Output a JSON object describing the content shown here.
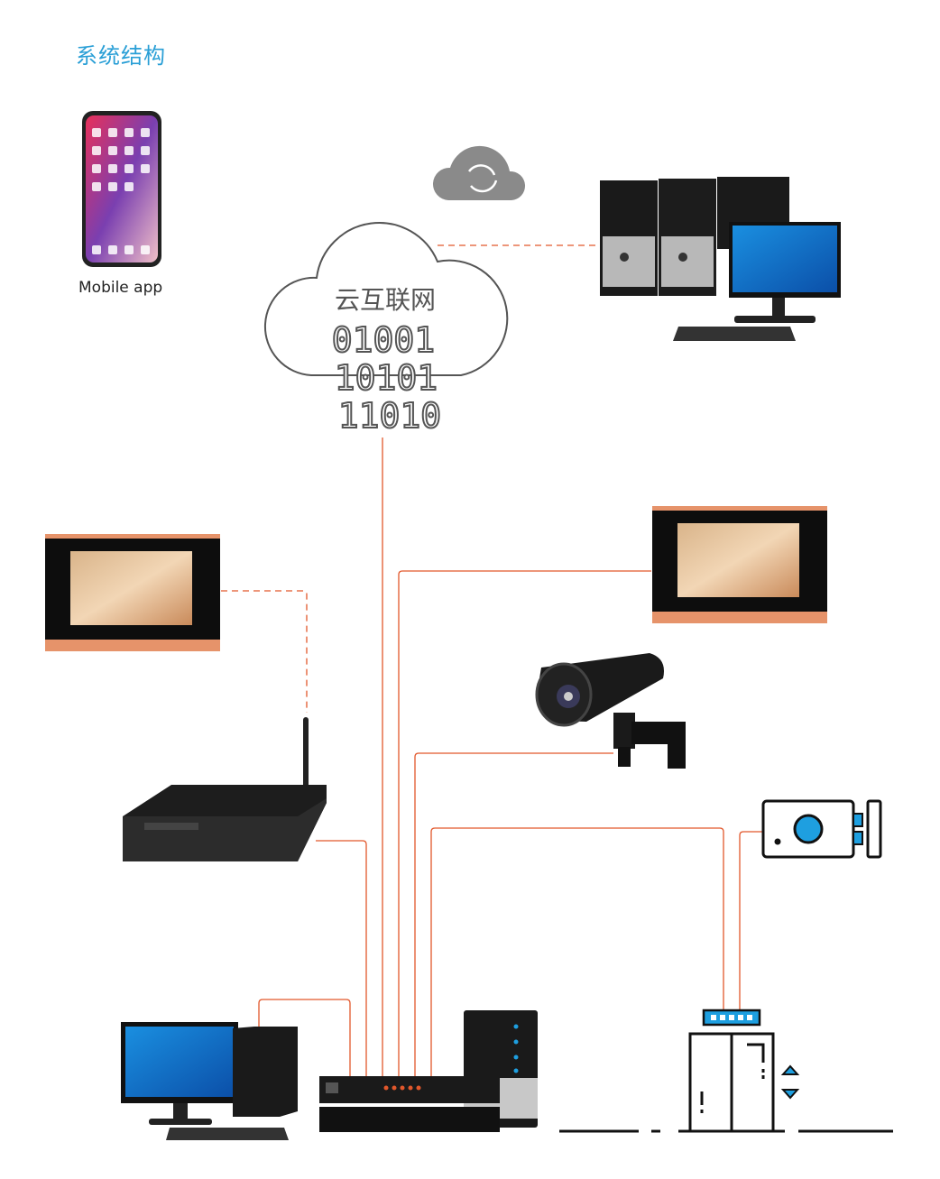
{
  "title": "系统结构",
  "mobile_label": "Mobile app",
  "cloud": {
    "label": "云互联网",
    "binary": [
      "01001",
      "10101",
      "11010"
    ]
  },
  "colors": {
    "title": "#2a9fd6",
    "line": "#e2572b",
    "cloud_stroke": "#555555",
    "icon_blue": "#1e9fe0"
  }
}
